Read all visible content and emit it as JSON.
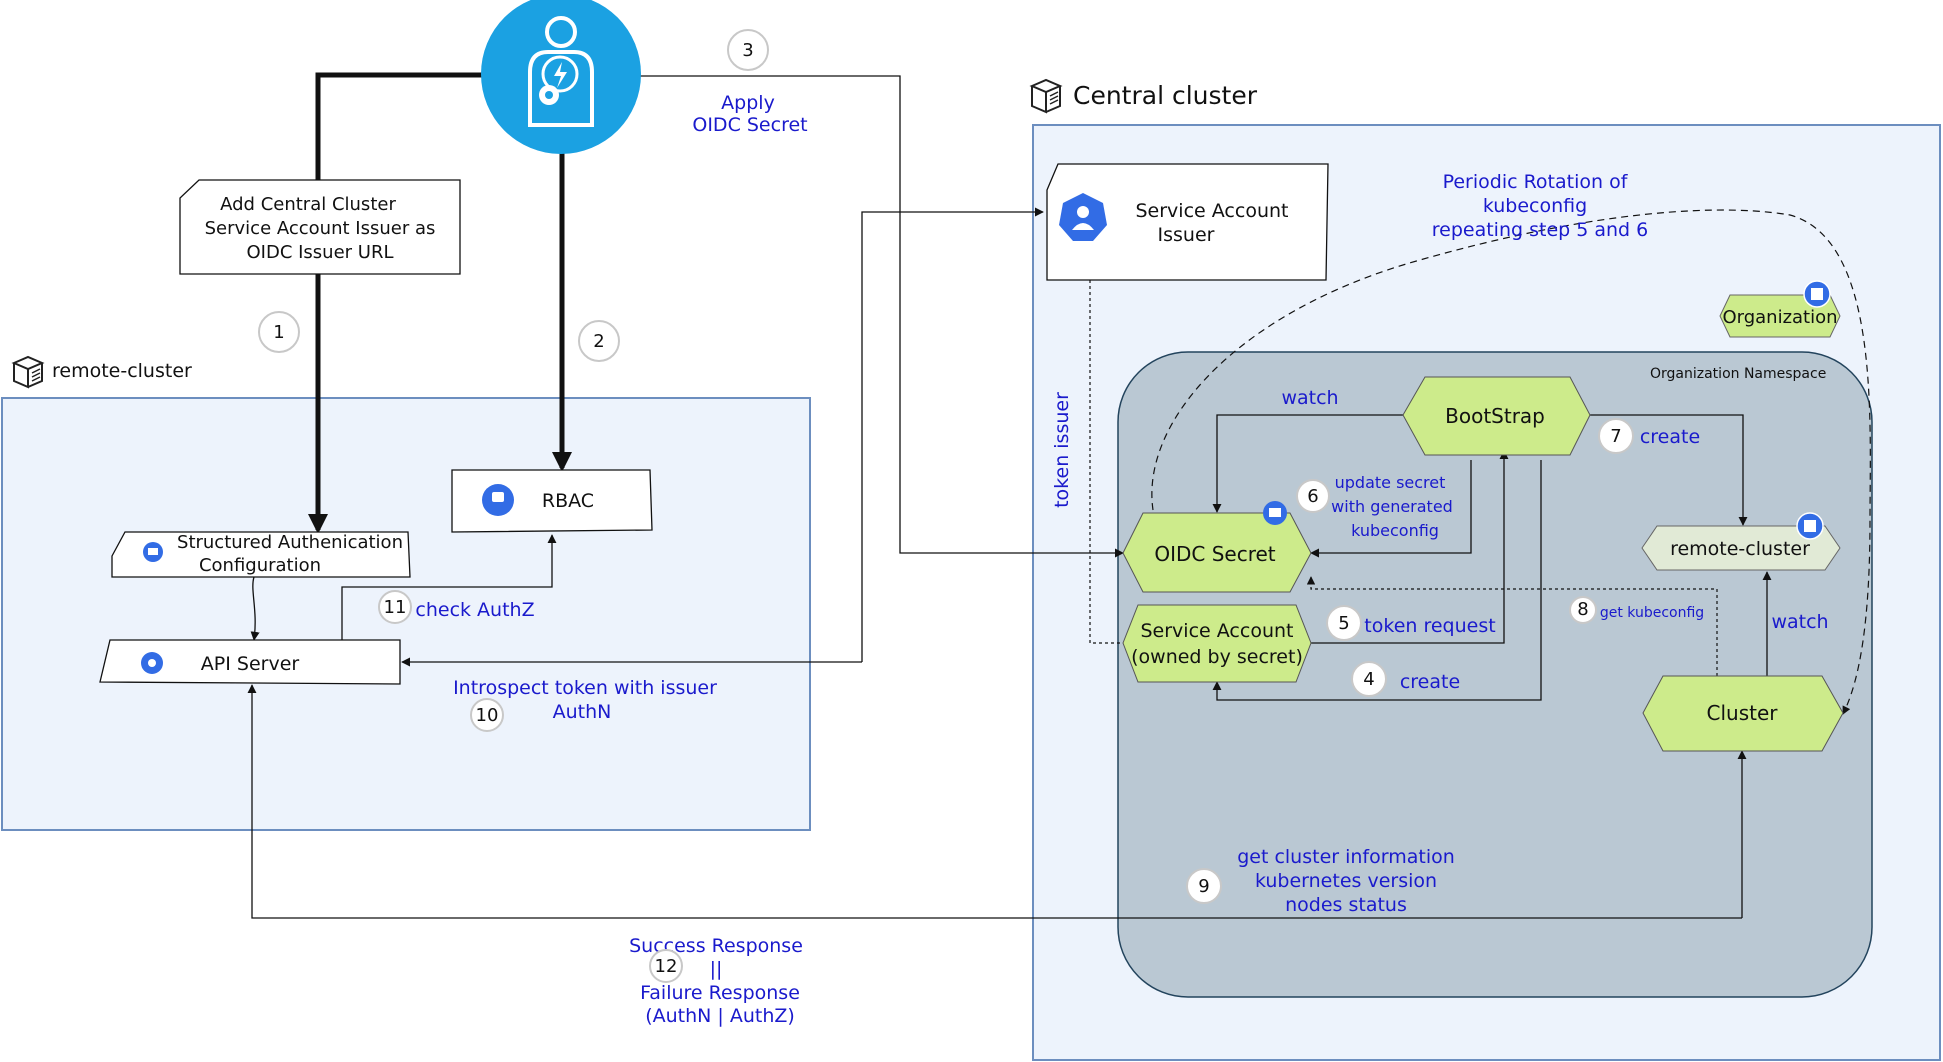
{
  "colors": {
    "cluster_bg": "#edf3fc",
    "cluster_border": "#6c8ebf",
    "namespace_bg": "#bac8d3",
    "resource_green": "#cdeb8b",
    "resource_light": "#e1ead6",
    "actor_blue": "#1ba1e2",
    "k8s_blue": "#326ce5",
    "annotation_text": "#1a1acc"
  },
  "icons": [
    "admin-actor-icon",
    "cluster-stack-icon",
    "kubernetes-service-account-icon",
    "kubernetes-crole-icon",
    "kubernetes-api-icon",
    "kubernetes-secret-icon",
    "puzzle-crd-icon"
  ],
  "clusters": {
    "remote_label": "remote-cluster",
    "central_label": "Central cluster",
    "namespace_label": "Organization Namespace"
  },
  "nodes": {
    "admin_note": [
      "Add Central Cluster",
      "Service Account Issuer as",
      "OIDC Issuer URL"
    ],
    "struct_auth": [
      "Structured Authenication",
      "Configuration"
    ],
    "rbac": "RBAC",
    "api_server": "API Server",
    "sa_issuer": [
      "Service Account",
      "Issuer"
    ],
    "organization": "Organization",
    "bootstrap": "BootStrap",
    "oidc_secret": "OIDC Secret",
    "remote_cluster_res": "remote-cluster",
    "service_account": [
      "Service Account",
      "(owned by secret)"
    ],
    "cluster": "Cluster"
  },
  "labels": {
    "apply": [
      "Apply",
      "OIDC Secret"
    ],
    "rotation": [
      "Periodic Rotation of",
      "kubeconfig",
      "repeating step 5 and 6"
    ],
    "token_issuer": "token issuer",
    "watch_top": "watch",
    "create_top": "create",
    "update_secret": [
      "update secret",
      "with generated",
      "kubeconfig"
    ],
    "token_request": "token request",
    "create_bottom": "create",
    "get_kubeconfig": "get kubeconfig",
    "watch_right": "watch",
    "check_authz": "check AuthZ",
    "introspect": [
      "Introspect token with issuer",
      "AuthN"
    ],
    "cluster_info": [
      "get cluster information",
      "kubernetes version",
      "nodes status"
    ],
    "response": [
      "Success Response",
      "||",
      "Failure Response",
      "(AuthN | AuthZ)"
    ]
  },
  "steps": [
    "1",
    "2",
    "3",
    "4",
    "5",
    "6",
    "7",
    "8",
    "9",
    "10",
    "11",
    "12"
  ]
}
